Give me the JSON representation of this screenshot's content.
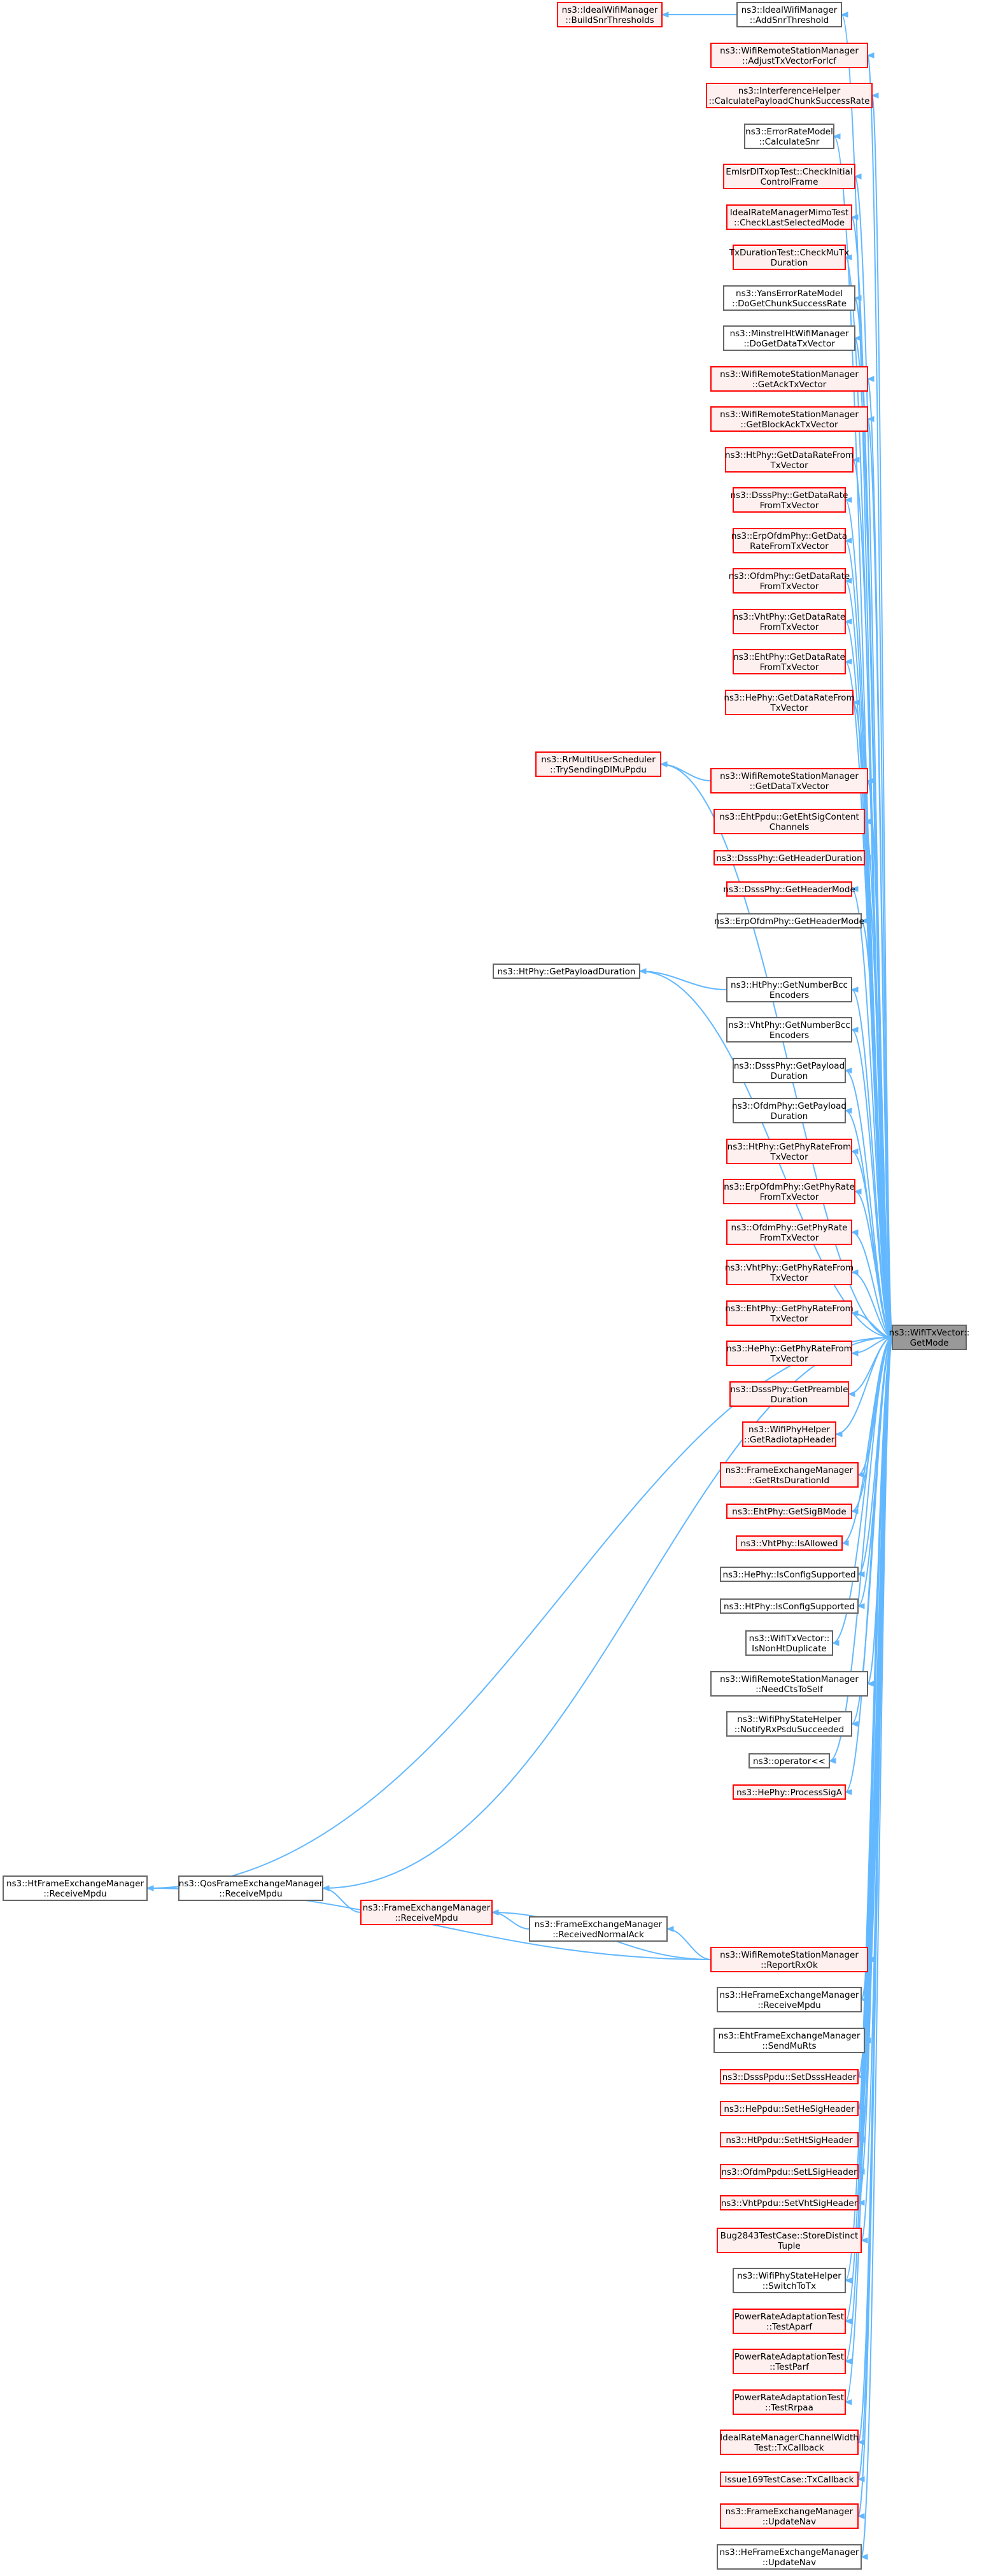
{
  "colors": {
    "edge": "#63b8ff",
    "focus_fill": "#999999",
    "focus_border": "#666666",
    "red_border": "#ff0000",
    "red_fill": "#fff0f0",
    "black_border": "#666666",
    "white_fill": "#ffffff"
  },
  "focus": {
    "lines": [
      "ns3::WifiTxVector::",
      "GetMode"
    ]
  },
  "nodes": [
    {
      "id": "addsnr",
      "lines": [
        "ns3::IdealWifiManager",
        "::AddSnrThreshold"
      ],
      "style": "black"
    },
    {
      "id": "buildsnr",
      "lines": [
        "ns3::IdealWifiManager",
        "::BuildSnrThresholds"
      ],
      "style": "red"
    },
    {
      "id": "adjusttx",
      "lines": [
        "ns3::WifiRemoteStationManager",
        "::AdjustTxVectorForIcf"
      ],
      "style": "red"
    },
    {
      "id": "calcpayload",
      "lines": [
        "ns3::InterferenceHelper",
        "::CalculatePayloadChunkSuccessRate"
      ],
      "style": "red"
    },
    {
      "id": "calcsnr",
      "lines": [
        "ns3::ErrorRateModel",
        "::CalculateSnr"
      ],
      "style": "black"
    },
    {
      "id": "checkinit",
      "lines": [
        "EmlsrDlTxopTest::CheckInitial",
        "ControlFrame"
      ],
      "style": "red"
    },
    {
      "id": "checklast",
      "lines": [
        "IdealRateManagerMimoTest",
        "::CheckLastSelectedMode"
      ],
      "style": "red"
    },
    {
      "id": "checkmutx",
      "lines": [
        "TxDurationTest::CheckMuTx",
        "Duration"
      ],
      "style": "red"
    },
    {
      "id": "yanschunk",
      "lines": [
        "ns3::YansErrorRateModel",
        "::DoGetChunkSuccessRate"
      ],
      "style": "black"
    },
    {
      "id": "minstrel",
      "lines": [
        "ns3::MinstrelHtWifiManager",
        "::DoGetDataTxVector"
      ],
      "style": "black"
    },
    {
      "id": "getacktx",
      "lines": [
        "ns3::WifiRemoteStationManager",
        "::GetAckTxVector"
      ],
      "style": "red"
    },
    {
      "id": "getblockack",
      "lines": [
        "ns3::WifiRemoteStationManager",
        "::GetBlockAckTxVector"
      ],
      "style": "red"
    },
    {
      "id": "htdatarate",
      "lines": [
        "ns3::HtPhy::GetDataRateFrom",
        "TxVector"
      ],
      "style": "red"
    },
    {
      "id": "dsssdatarate",
      "lines": [
        "ns3::DsssPhy::GetDataRate",
        "FromTxVector"
      ],
      "style": "red"
    },
    {
      "id": "erpdatarate",
      "lines": [
        "ns3::ErpOfdmPhy::GetData",
        "RateFromTxVector"
      ],
      "style": "red"
    },
    {
      "id": "ofdmdatarate",
      "lines": [
        "ns3::OfdmPhy::GetDataRate",
        "FromTxVector"
      ],
      "style": "red"
    },
    {
      "id": "vhtdatarate",
      "lines": [
        "ns3::VhtPhy::GetDataRate",
        "FromTxVector"
      ],
      "style": "red"
    },
    {
      "id": "ehtdatarate",
      "lines": [
        "ns3::EhtPhy::GetDataRate",
        "FromTxVector"
      ],
      "style": "red"
    },
    {
      "id": "hedatarate",
      "lines": [
        "ns3::HePhy::GetDataRateFrom",
        "TxVector"
      ],
      "style": "red"
    },
    {
      "id": "rrmulti",
      "lines": [
        "ns3::RrMultiUserScheduler",
        "::TrySendingDlMuPpdu"
      ],
      "style": "red"
    },
    {
      "id": "getdatatx",
      "lines": [
        "ns3::WifiRemoteStationManager",
        "::GetDataTxVector"
      ],
      "style": "red"
    },
    {
      "id": "ehtsig",
      "lines": [
        "ns3::EhtPpdu::GetEhtSigContent",
        "Channels"
      ],
      "style": "red"
    },
    {
      "id": "dsssheaderdur",
      "lines": [
        "ns3::DsssPhy::GetHeaderDuration"
      ],
      "style": "red"
    },
    {
      "id": "dsssheadermode",
      "lines": [
        "ns3::DsssPhy::GetHeaderMode"
      ],
      "style": "red"
    },
    {
      "id": "erpheadermode",
      "lines": [
        "ns3::ErpOfdmPhy::GetHeaderMode"
      ],
      "style": "black"
    },
    {
      "id": "htpayloaddur",
      "lines": [
        "ns3::HtPhy::GetPayloadDuration"
      ],
      "style": "black"
    },
    {
      "id": "htnumbcc",
      "lines": [
        "ns3::HtPhy::GetNumberBcc",
        "Encoders"
      ],
      "style": "black"
    },
    {
      "id": "vhtnumbcc",
      "lines": [
        "ns3::VhtPhy::GetNumberBcc",
        "Encoders"
      ],
      "style": "black"
    },
    {
      "id": "dssspayload",
      "lines": [
        "ns3::DsssPhy::GetPayload",
        "Duration"
      ],
      "style": "black"
    },
    {
      "id": "ofdmpayload",
      "lines": [
        "ns3::OfdmPhy::GetPayload",
        "Duration"
      ],
      "style": "black"
    },
    {
      "id": "htphyrate",
      "lines": [
        "ns3::HtPhy::GetPhyRateFrom",
        "TxVector"
      ],
      "style": "red"
    },
    {
      "id": "erpphyrate",
      "lines": [
        "ns3::ErpOfdmPhy::GetPhyRate",
        "FromTxVector"
      ],
      "style": "red"
    },
    {
      "id": "ofdmphyrate",
      "lines": [
        "ns3::OfdmPhy::GetPhyRate",
        "FromTxVector"
      ],
      "style": "red"
    },
    {
      "id": "vhtphyrate",
      "lines": [
        "ns3::VhtPhy::GetPhyRateFrom",
        "TxVector"
      ],
      "style": "red"
    },
    {
      "id": "ehtphyrate",
      "lines": [
        "ns3::EhtPhy::GetPhyRateFrom",
        "TxVector"
      ],
      "style": "red"
    },
    {
      "id": "hephyrate",
      "lines": [
        "ns3::HePhy::GetPhyRateFrom",
        "TxVector"
      ],
      "style": "red"
    },
    {
      "id": "dssspreamble",
      "lines": [
        "ns3::DsssPhy::GetPreamble",
        "Duration"
      ],
      "style": "red"
    },
    {
      "id": "radiotap",
      "lines": [
        "ns3::WifiPhyHelper",
        "::GetRadiotapHeader"
      ],
      "style": "red"
    },
    {
      "id": "getrts",
      "lines": [
        "ns3::FrameExchangeManager",
        "::GetRtsDurationId"
      ],
      "style": "red"
    },
    {
      "id": "sigbmode",
      "lines": [
        "ns3::EhtPhy::GetSigBMode"
      ],
      "style": "red"
    },
    {
      "id": "vhtallowed",
      "lines": [
        "ns3::VhtPhy::IsAllowed"
      ],
      "style": "red"
    },
    {
      "id": "heconfig",
      "lines": [
        "ns3::HePhy::IsConfigSupported"
      ],
      "style": "black"
    },
    {
      "id": "htconfig",
      "lines": [
        "ns3::HtPhy::IsConfigSupported"
      ],
      "style": "black"
    },
    {
      "id": "nonht",
      "lines": [
        "ns3::WifiTxVector::",
        "IsNonHtDuplicate"
      ],
      "style": "black"
    },
    {
      "id": "needcts",
      "lines": [
        "ns3::WifiRemoteStationManager",
        "::NeedCtsToSelf"
      ],
      "style": "black"
    },
    {
      "id": "notifyrx",
      "lines": [
        "ns3::WifiPhyStateHelper",
        "::NotifyRxPsduSucceeded"
      ],
      "style": "black"
    },
    {
      "id": "operator",
      "lines": [
        "ns3::operator<<"
      ],
      "style": "black"
    },
    {
      "id": "processsiga",
      "lines": [
        "ns3::HePhy::ProcessSigA"
      ],
      "style": "red"
    },
    {
      "id": "htfem",
      "lines": [
        "ns3::HtFrameExchangeManager",
        "::ReceiveMpdu"
      ],
      "style": "black"
    },
    {
      "id": "qosfem",
      "lines": [
        "ns3::QosFrameExchangeManager",
        "::ReceiveMpdu"
      ],
      "style": "black"
    },
    {
      "id": "femreceive",
      "lines": [
        "ns3::FrameExchangeManager",
        "::ReceiveMpdu"
      ],
      "style": "red"
    },
    {
      "id": "femnormalack",
      "lines": [
        "ns3::FrameExchangeManager",
        "::ReceivedNormalAck"
      ],
      "style": "black"
    },
    {
      "id": "reportrx",
      "lines": [
        "ns3::WifiRemoteStationManager",
        "::ReportRxOk"
      ],
      "style": "red"
    },
    {
      "id": "hefemreceive",
      "lines": [
        "ns3::HeFrameExchangeManager",
        "::ReceiveMpdu"
      ],
      "style": "black"
    },
    {
      "id": "ehtmurts",
      "lines": [
        "ns3::EhtFrameExchangeManager",
        "::SendMuRts"
      ],
      "style": "black"
    },
    {
      "id": "setdsss",
      "lines": [
        "ns3::DsssPpdu::SetDsssHeader"
      ],
      "style": "red"
    },
    {
      "id": "sethesig",
      "lines": [
        "ns3::HePpdu::SetHeSigHeader"
      ],
      "style": "red"
    },
    {
      "id": "sethtsig",
      "lines": [
        "ns3::HtPpdu::SetHtSigHeader"
      ],
      "style": "red"
    },
    {
      "id": "setlsig",
      "lines": [
        "ns3::OfdmPpdu::SetLSigHeader"
      ],
      "style": "red"
    },
    {
      "id": "setvhtsig",
      "lines": [
        "ns3::VhtPpdu::SetVhtSigHeader"
      ],
      "style": "red"
    },
    {
      "id": "bug2843",
      "lines": [
        "Bug2843TestCase::StoreDistinct",
        "Tuple"
      ],
      "style": "red"
    },
    {
      "id": "switchtotx",
      "lines": [
        "ns3::WifiPhyStateHelper",
        "::SwitchToTx"
      ],
      "style": "black"
    },
    {
      "id": "testaparf",
      "lines": [
        "PowerRateAdaptationTest",
        "::TestAparf"
      ],
      "style": "red"
    },
    {
      "id": "testparf",
      "lines": [
        "PowerRateAdaptationTest",
        "::TestParf"
      ],
      "style": "red"
    },
    {
      "id": "testrrpaa",
      "lines": [
        "PowerRateAdaptationTest",
        "::TestRrpaa"
      ],
      "style": "red"
    },
    {
      "id": "idealcw",
      "lines": [
        "IdealRateManagerChannelWidth",
        "Test::TxCallback"
      ],
      "style": "red"
    },
    {
      "id": "issue169",
      "lines": [
        "Issue169TestCase::TxCallback"
      ],
      "style": "red"
    },
    {
      "id": "femupdatenav",
      "lines": [
        "ns3::FrameExchangeManager",
        "::UpdateNav"
      ],
      "style": "red"
    },
    {
      "id": "hefemupdatenav",
      "lines": [
        "ns3::HeFrameExchangeManager",
        "::UpdateNav"
      ],
      "style": "black"
    }
  ]
}
